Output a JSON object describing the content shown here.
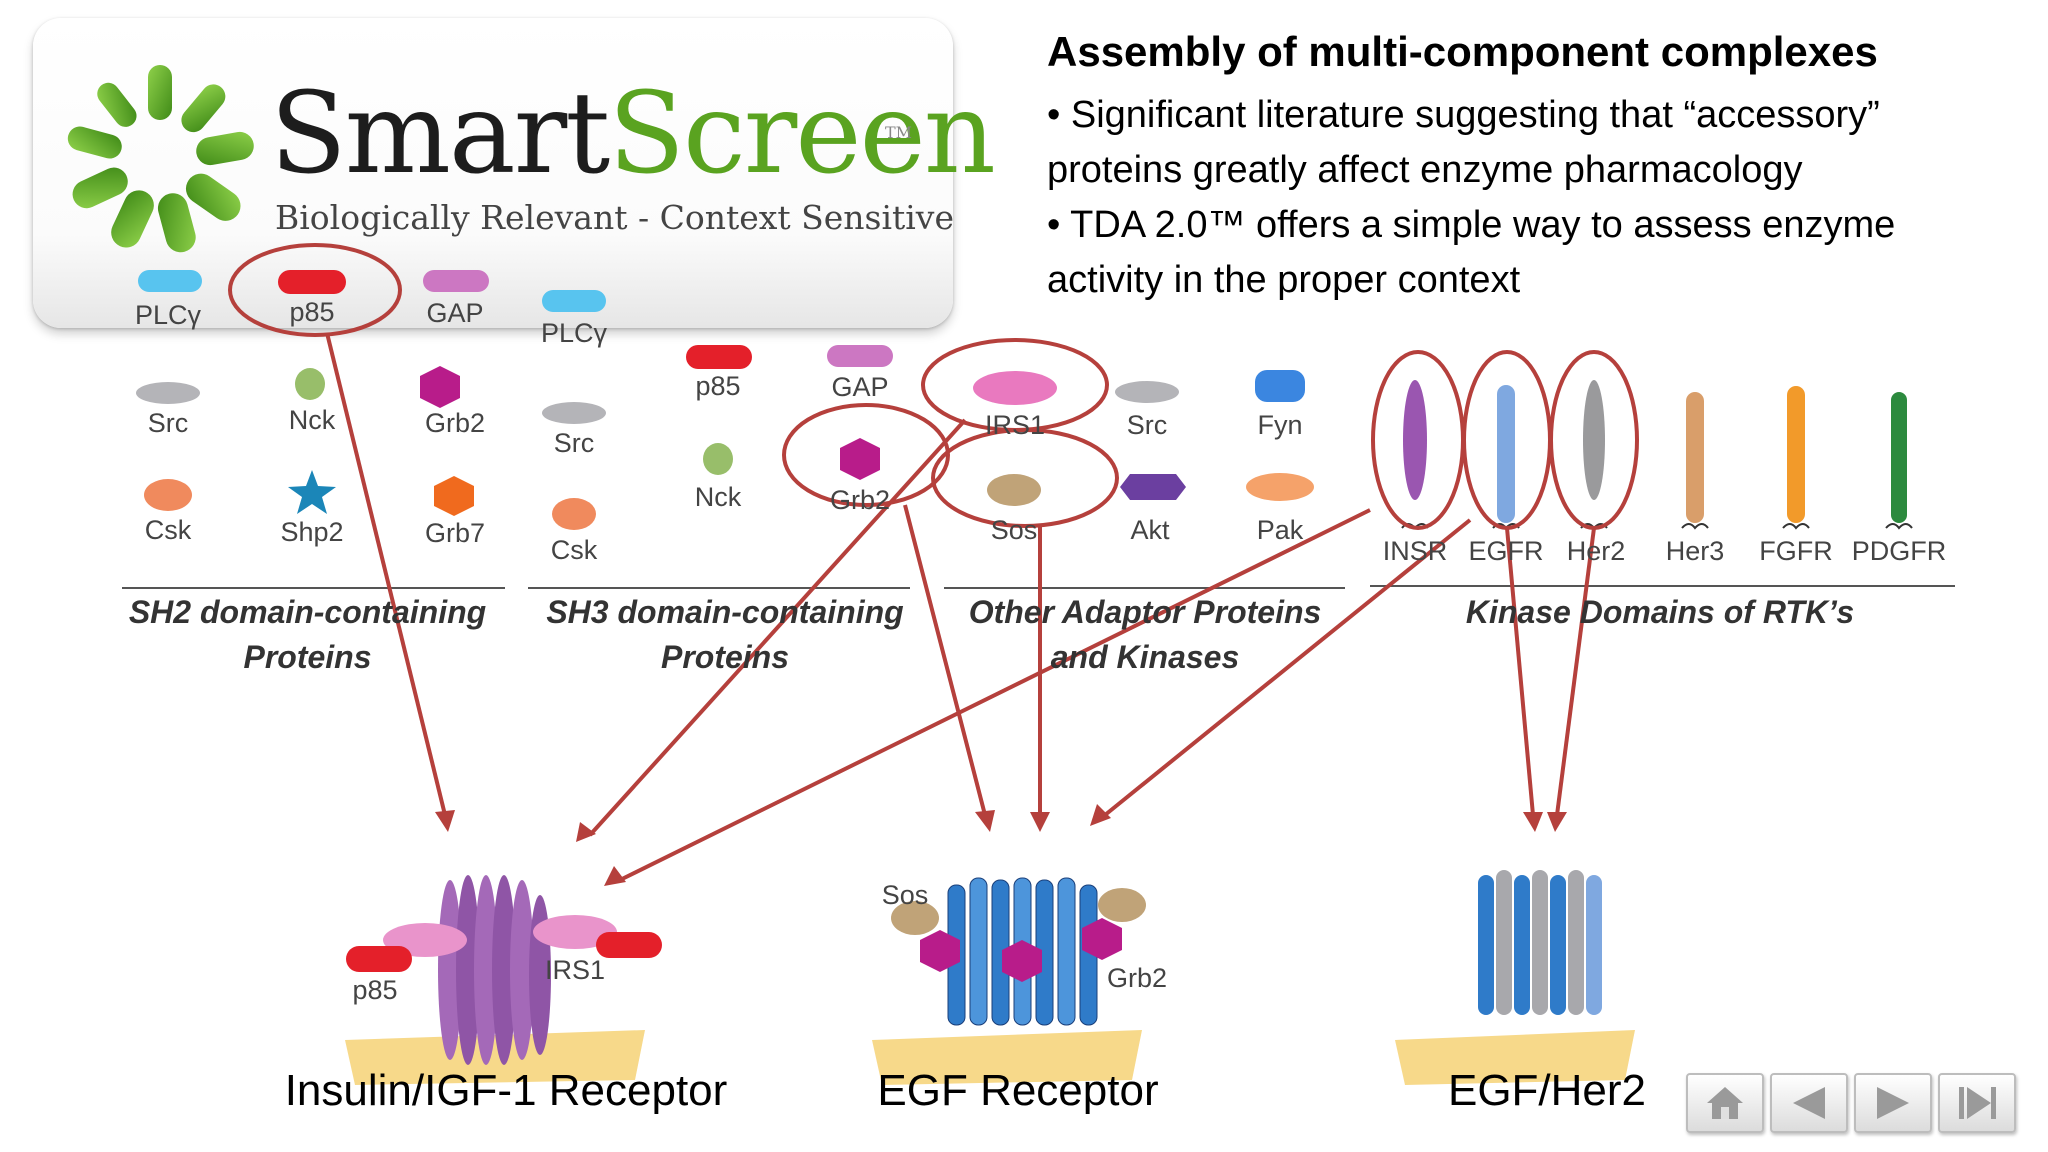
{
  "logo": {
    "word_part1": "Smart",
    "word_part2": "Screen",
    "trademark": "TM",
    "tagline": "Biologically Relevant - Context Sensitive",
    "icon": "starburst-logo-icon"
  },
  "heading": "Assembly of multi-component complexes",
  "bullets": [
    "• Significant literature suggesting that “accessory” proteins greatly affect enzyme pharmacology",
    "• TDA 2.0™ offers a simple way to assess enzyme activity in the proper context"
  ],
  "groups": [
    {
      "title_line1": "SH2 domain-containing",
      "title_line2": "Proteins",
      "proteins": [
        "PLCγ",
        "p85",
        "GAP",
        "Src",
        "Nck",
        "Grb2",
        "Csk",
        "Shp2",
        "Grb7"
      ]
    },
    {
      "title_line1": "SH3 domain-containing",
      "title_line2": "Proteins",
      "proteins": [
        "PLCγ",
        "p85",
        "GAP",
        "Src",
        "Nck",
        "Grb2",
        "Csk"
      ]
    },
    {
      "title_line1": "Other Adaptor Proteins",
      "title_line2": "and Kinases",
      "proteins": [
        "IRS1",
        "Src",
        "Fyn",
        "Sos",
        "Akt",
        "Pak"
      ]
    },
    {
      "title_line1": "Kinase Domains of RTK’s",
      "title_line2": "",
      "proteins": [
        "INSR",
        "EGFR",
        "Her2",
        "Her3",
        "FGFR",
        "PDGFR"
      ]
    }
  ],
  "complexes": [
    {
      "name": "Insulin/IGF-1 Receptor",
      "labels": [
        "p85",
        "IRS1"
      ]
    },
    {
      "name": "EGF Receptor",
      "labels": [
        "Sos",
        "Grb2"
      ]
    },
    {
      "name": "EGF/Her2",
      "labels": []
    }
  ],
  "colors": {
    "highlight": "#b5403c",
    "plcg": "#58c4ef",
    "p85": "#e4202a",
    "gap": "#cc77c2",
    "src": "#b4b4b8",
    "nck": "#98be6a",
    "grb2": "#b81c8a",
    "csk": "#f08a5d",
    "shp2": "#1b86b8",
    "grb7": "#f06a1e",
    "irs1": "#e979bf",
    "fyn": "#3b86e0",
    "sos": "#c0a378",
    "akt": "#6b3fa0",
    "pak": "#f5a26a",
    "insr": "#9a56b0",
    "egfr": "#7fa8e0",
    "her2": "#9a9a9c",
    "her3": "#d99e6a",
    "fgfr": "#f29a2a",
    "pdgfr": "#2c8a3e",
    "membrane": "#f7d98a"
  },
  "nav": [
    "home-icon",
    "previous-icon",
    "next-icon",
    "last-icon"
  ]
}
